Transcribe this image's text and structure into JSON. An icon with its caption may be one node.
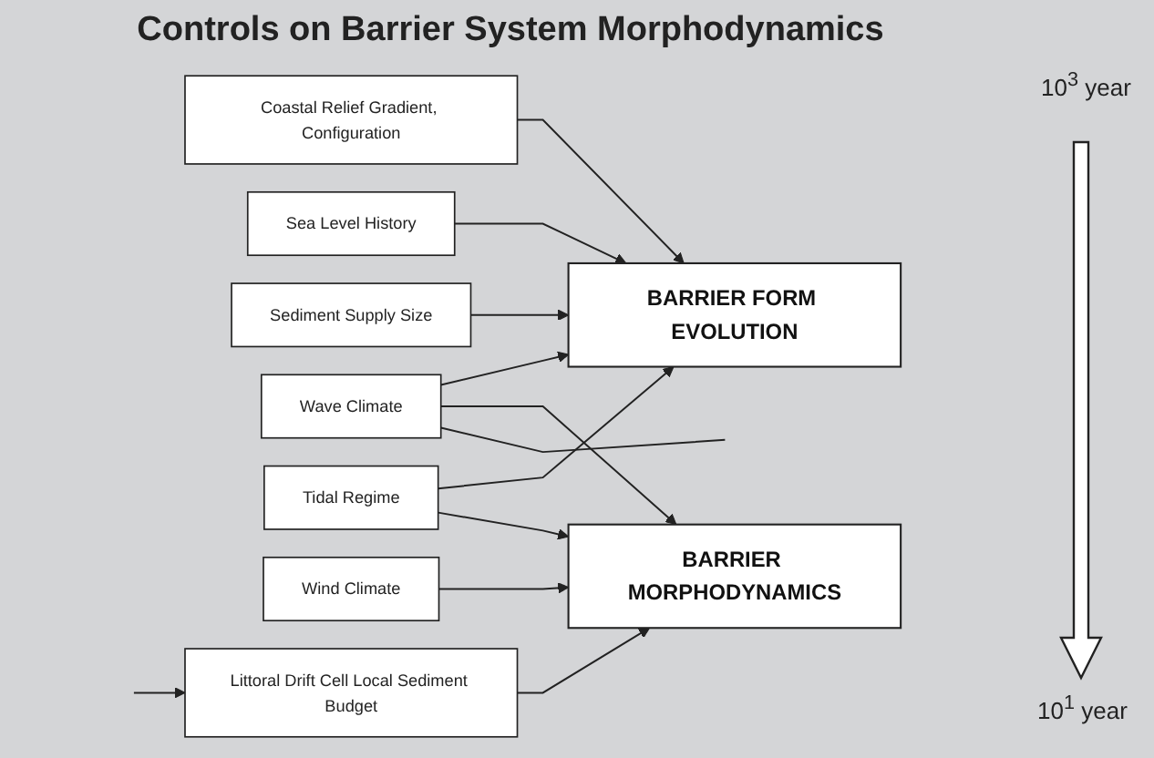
{
  "diagram": {
    "title": "Controls on Barrier System Morphodynamics",
    "nodes": [
      {
        "text": [
          "Coastal Relief Gradient, Configuration"
        ]
      },
      {
        "text": [
          "Sea Level History"
        ]
      },
      {
        "text": [
          "Sediment Supply Size"
        ]
      },
      {
        "text": [
          "Wave Climate"
        ]
      },
      {
        "text": [
          "BARRIER FORM EVOLUTION"
        ]
      },
      {
        "text": [
          "Tidal Regime"
        ]
      },
      {
        "text": [
          "Wind Climate"
        ]
      },
      {
        "text": [
          "Littoral Drift Cell Local Sediment Budget"
        ]
      },
      {
        "text": [
          "BARRIER MORPHODYNAMICS"
        ]
      }
    ],
    "edges": [
      {
        "from": 0,
        "to": 4,
        "arrow": "to"
      },
      {
        "from": 1,
        "to": 4,
        "arrow": "to"
      },
      {
        "from": 2,
        "to": 4,
        "arrow": "to"
      },
      {
        "from": 3,
        "to": 4,
        "arrow": "to"
      },
      {
        "from": 5,
        "to": 4,
        "arrow": "to"
      },
      {
        "from": 6,
        "to": 8,
        "arrow": "to"
      },
      {
        "from": 5,
        "to": 8,
        "arrow": "to"
      },
      {
        "from": 3,
        "to": 8,
        "arrow": "to"
      },
      {
        "from": 7,
        "to": 8,
        "arrow": "to"
      },
      {
        "from": null,
        "to": 7,
        "arrow": "to"
      },
      {
        "from": 3,
        "to": null,
        "arrow": "none"
      }
    ],
    "labels": [
      "10$^{3}$ year",
      "10$^{1}$ year"
    ]
  }
}
